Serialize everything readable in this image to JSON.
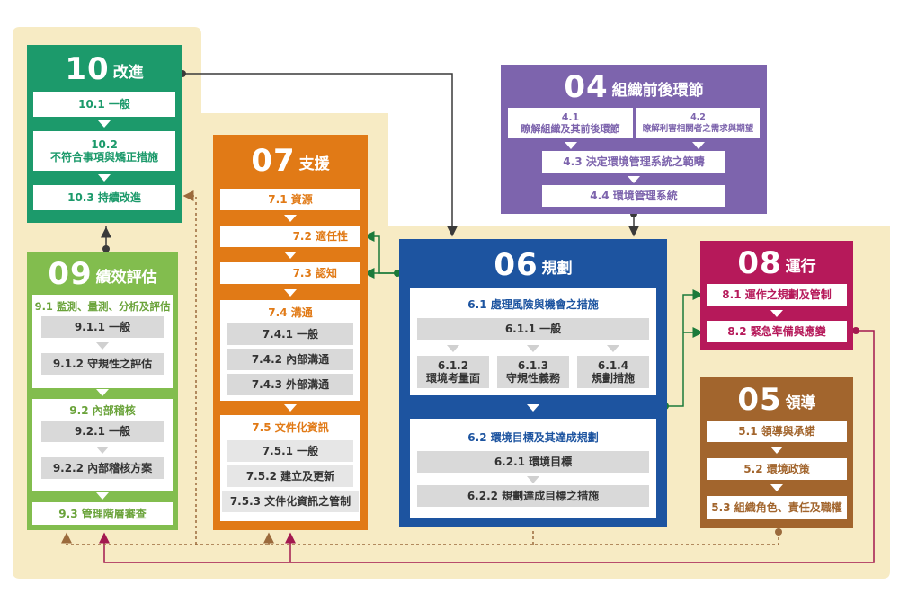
{
  "colors": {
    "background": "#f7ebc4",
    "c10": "#1c9a6b",
    "c09": "#82bd4e",
    "c07": "#e17a16",
    "c04": "#7d64ad",
    "c06": "#1d54a0",
    "c08": "#b6195a",
    "c05": "#a2652d"
  },
  "s10": {
    "num": "10",
    "title": "改進",
    "items": [
      "10.1 一般",
      "10.2\n不符合事項與矯正措施",
      "10.3 持續改進"
    ]
  },
  "s09": {
    "num": "09",
    "title": "績效評估",
    "g1": "9.1 監測、量測、分析及評估",
    "g1a": "9.1.1 一般",
    "g1b": "9.1.2 守規性之評估",
    "g2": "9.2 內部稽核",
    "g2a": "9.2.1 一般",
    "g2b": "9.2.2 內部稽核方案",
    "g3": "9.3 管理階層審查"
  },
  "s07": {
    "num": "07",
    "title": "支援",
    "i1": "7.1 資源",
    "i2": "7.2 適任性",
    "i3": "7.3 認知",
    "g4": "7.4 溝通",
    "g4a": "7.4.1 一般",
    "g4b": "7.4.2 內部溝通",
    "g4c": "7.4.3 外部溝通",
    "g5": "7.5 文件化資訊",
    "g5a": "7.5.1 一般",
    "g5b": "7.5.2 建立及更新",
    "g5c": "7.5.3 文件化資訊之管制"
  },
  "s04": {
    "num": "04",
    "title": "組織前後環節",
    "a": "4.1\n瞭解組織及其前後環節",
    "b": "4.2\n瞭解利害相關者之需求與期望",
    "c": "4.3 決定環境管理系統之範疇",
    "d": "4.4 環境管理系統"
  },
  "s06": {
    "num": "06",
    "title": "規劃",
    "p1": "6.1 處理風險與機會之措施",
    "p1a": "6.1.1 一般",
    "p1b": "6.1.2\n環境考量面",
    "p1c": "6.1.3\n守規性義務",
    "p1d": "6.1.4\n規劃措施",
    "p2": "6.2 環境目標及其達成規劃",
    "p2a": "6.2.1 環境目標",
    "p2b": "6.2.2 規劃達成目標之措施"
  },
  "s08": {
    "num": "08",
    "title": "運行",
    "a": "8.1 運作之規劃及管制",
    "b": "8.2 緊急準備與應變"
  },
  "s05": {
    "num": "05",
    "title": "領導",
    "a": "5.1 領導與承諾",
    "b": "5.2 環境政策",
    "c": "5.3 組織角色、責任及職權"
  }
}
